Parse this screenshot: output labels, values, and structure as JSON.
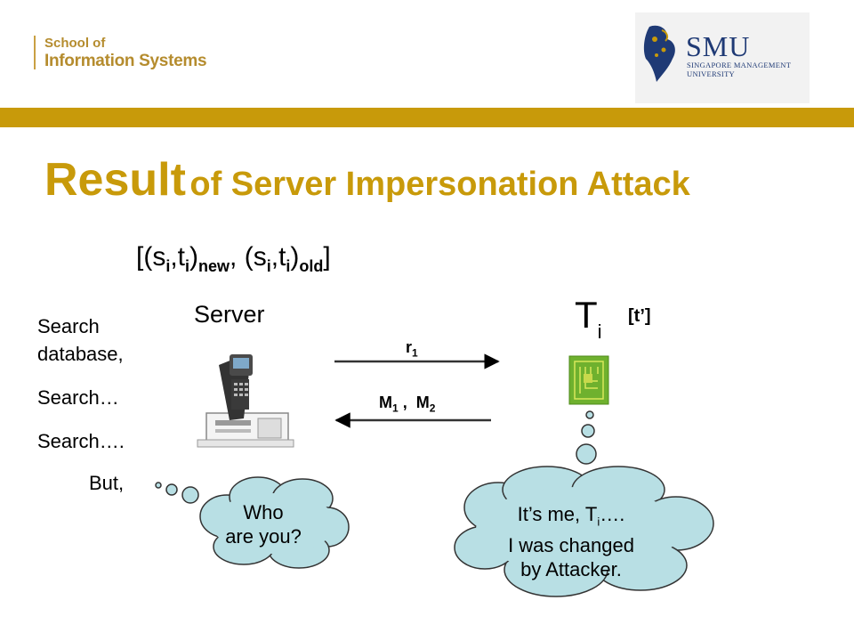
{
  "header": {
    "school_line1": "School of",
    "school_line2": "Information Systems",
    "logo_name": "SMU",
    "logo_sub1": "SINGAPORE MANAGEMENT",
    "logo_sub2": "UNIVERSITY"
  },
  "title": {
    "big": "Result",
    "rest": "of Server Impersonation Attack"
  },
  "formula": {
    "open": "[(s",
    "i1": "i",
    "comma1": ",t",
    "i2": "i",
    "close1": ")",
    "new": "new",
    "mid": ", (s",
    "i3": "i",
    "comma2": ",t",
    "i4": "i",
    "close2": ")",
    "old": "old",
    "end": "]"
  },
  "server": {
    "label": "Server"
  },
  "tag": {
    "label": "T",
    "sub": "i",
    "key": "[t’]"
  },
  "left_notes": [
    "Search",
    "database,",
    "Search…",
    "Search….",
    "But,"
  ],
  "messages": {
    "r": "r",
    "r_sub": "1",
    "m1": "M",
    "m1_sub": "1",
    "sep": " ,  ",
    "m2": "M",
    "m2_sub": "2"
  },
  "server_thought": {
    "line1": "Who",
    "line2": "are you?"
  },
  "tag_thought": {
    "line1_pre": "It’s me, T",
    "line1_sub": "i",
    "line1_post": "….",
    "line2": "I was changed",
    "line3": "by Attacker."
  },
  "colors": {
    "gold": "#c89a0a",
    "smu_blue": "#1f3a75",
    "cloud_fill": "#b8dfe4",
    "tag_green": "#8dc63f"
  }
}
